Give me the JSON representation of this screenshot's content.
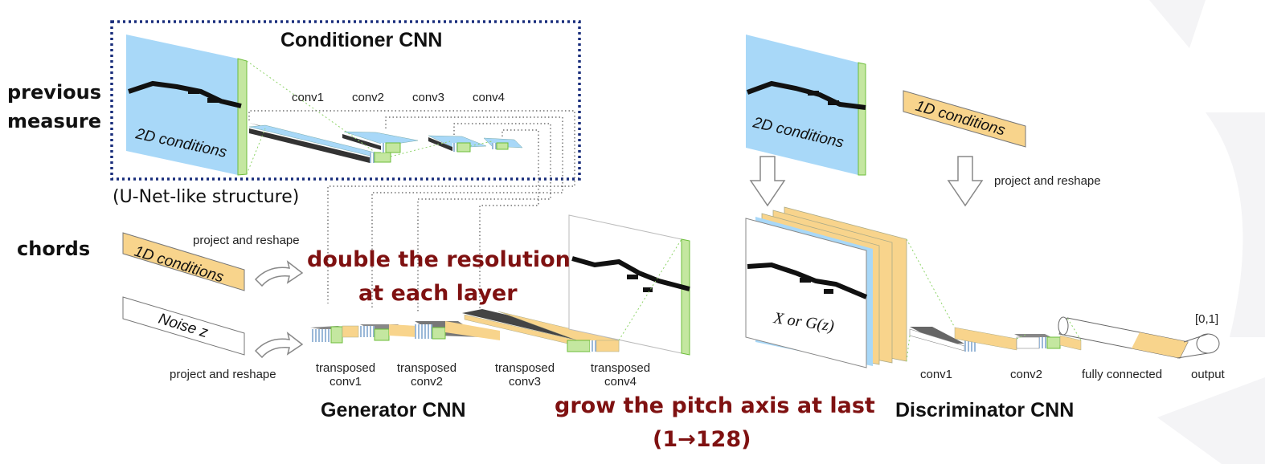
{
  "side_labels": {
    "previous": "previous",
    "measure": "measure",
    "chords": "chords"
  },
  "conditioner": {
    "title": "Conditioner CNN",
    "cond2d": "2D conditions",
    "layers": [
      "conv1",
      "conv2",
      "conv3",
      "conv4"
    ],
    "note": "(U-Net-like structure)"
  },
  "generator": {
    "title": "Generator CNN",
    "cond1d": "1D conditions",
    "noise": "Noise z",
    "project_top": "project and reshape",
    "project_bottom": "project and reshape",
    "layers": [
      {
        "l1": "transposed",
        "l2": "conv1"
      },
      {
        "l1": "transposed",
        "l2": "conv2"
      },
      {
        "l1": "transposed",
        "l2": "conv3"
      },
      {
        "l1": "transposed",
        "l2": "conv4"
      }
    ]
  },
  "annotations": {
    "double1": "double the resolution",
    "double2": "at each layer",
    "grow1": "grow the pitch axis at last",
    "grow2": "(1→128)"
  },
  "discriminator": {
    "title": "Discriminator CNN",
    "cond2d": "2D conditions",
    "cond1d": "1D conditions",
    "project": "project and reshape",
    "input": "X or G(z)",
    "layers": [
      "conv1",
      "conv2",
      "fully connected",
      "output"
    ],
    "range": "[0,1]"
  },
  "colors": {
    "blue": "#a8d8f8",
    "orange": "#f8d48c",
    "green": "#8fd46a",
    "dark_red": "#7f1111",
    "navy": "#1a2e7c"
  }
}
